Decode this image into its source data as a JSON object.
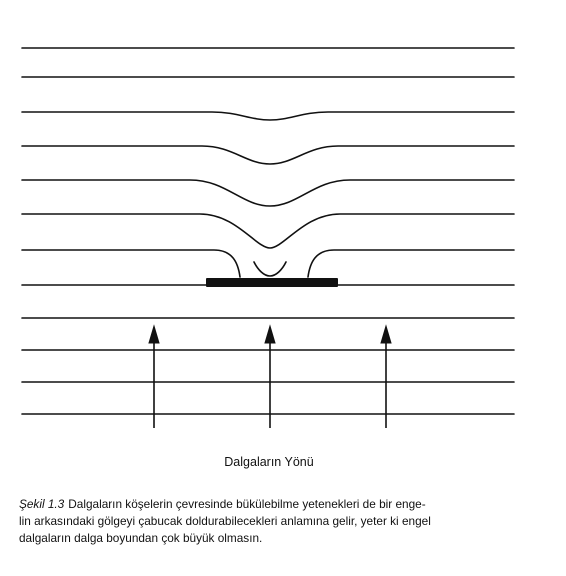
{
  "figure": {
    "direction_label": "Dalgaların Yönü",
    "caption_label": "Şekil 1.3",
    "caption_lines": [
      "Dalgaların köşelerin çevresinde bükülebilme yetenekleri de bir enge-",
      "lin arkasındaki gölgeyi çabucak doldurabilecekleri anlamına gelir, yeter ki engel",
      "dalgaların dalga boyundan çok büyük olmasın."
    ],
    "colors": {
      "ink": "#111111",
      "background": "#ffffff"
    },
    "elements": {
      "incoming_wavefronts": 4,
      "diffracted_wavefronts": 8,
      "direction_arrows": 3,
      "obstacle": "black-bar"
    }
  }
}
